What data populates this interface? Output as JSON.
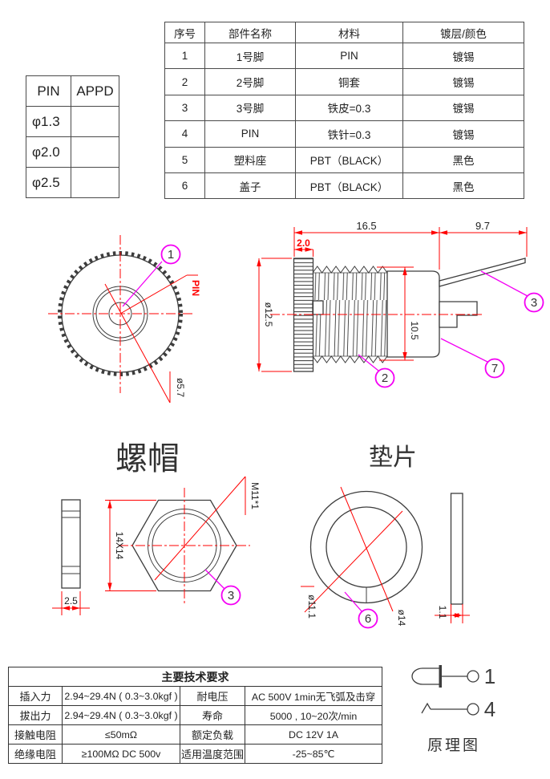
{
  "pin_table": {
    "headers": [
      "PIN",
      "APPD"
    ],
    "rows": [
      [
        "φ1.3",
        ""
      ],
      [
        "φ2.0",
        ""
      ],
      [
        "φ2.5",
        ""
      ]
    ]
  },
  "parts_table": {
    "headers": [
      "序号",
      "部件名称",
      "材料",
      "镀层/颜色"
    ],
    "rows": [
      [
        "1",
        "1号脚",
        "PIN",
        "镀锡"
      ],
      [
        "2",
        "2号脚",
        "铜套",
        "镀锡"
      ],
      [
        "3",
        "3号脚",
        "铁皮=0.3",
        "镀锡"
      ],
      [
        "4",
        "PIN",
        "铁针=0.3",
        "镀锡"
      ],
      [
        "5",
        "塑料座",
        "PBT（BLACK）",
        "黑色"
      ],
      [
        "6",
        "盖子",
        "PBT（BLACK）",
        "黑色"
      ]
    ]
  },
  "front_view": {
    "callout": "1",
    "pin_label": "PIN",
    "dim_tip": "ø5.7"
  },
  "side_view": {
    "dim_body": "16.5",
    "dim_pin": "9.7",
    "dim_nut": "2.0",
    "dim_outer": "ø12.5",
    "dim_barrel": "10.5",
    "callout_thread": "2",
    "callout_pin": "3",
    "callout_tab": "7"
  },
  "nut_view": {
    "title": "螺帽",
    "dim_across": "14X14",
    "dim_thickness": "2.5",
    "thread_spec": "M11*1",
    "callout": "3"
  },
  "washer_view": {
    "title": "垫片",
    "dim_inner": "ø11.1",
    "dim_outer": "ø14",
    "dim_thickness": "1.1",
    "callout": "6"
  },
  "spec_table": {
    "title": "主要技术要求",
    "rows": [
      [
        "插入力",
        "2.94~29.4N ( 0.3~3.0kgf )",
        "耐电压",
        "AC 500V 1min无飞弧及击穿"
      ],
      [
        "拔出力",
        "2.94~29.4N ( 0.3~3.0kgf )",
        "寿命",
        "5000 , 10~20次/min"
      ],
      [
        "接触电阻",
        "≤50mΩ",
        "额定负载",
        "DC 12V 1A"
      ],
      [
        "绝缘电阻",
        "≥100MΩ DC 500v",
        "适用温度范围",
        "-25~85℃"
      ]
    ]
  },
  "schematic": {
    "title": "原理图",
    "terminal_1": "1",
    "terminal_4": "4"
  },
  "colors": {
    "dimension_red": "#ff0000",
    "callout_magenta": "#f400f4",
    "line_dark": "#3d3d3d"
  }
}
